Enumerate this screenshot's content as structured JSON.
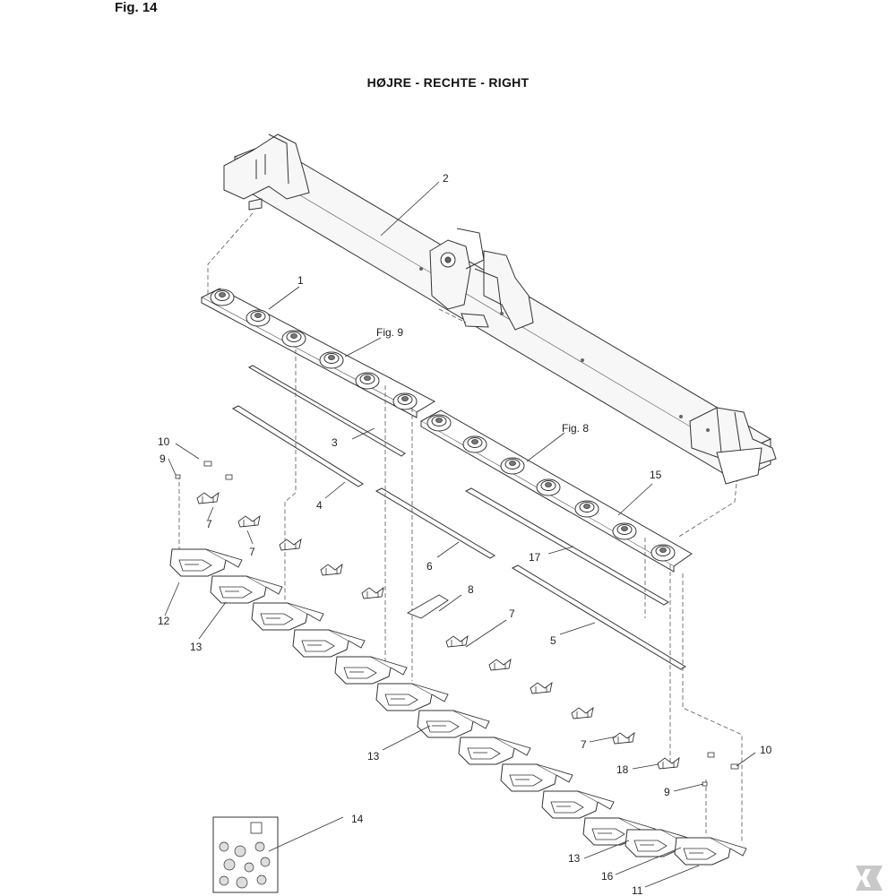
{
  "figure_label": "Fig. 14",
  "view_title": "HØJRE - RECHTE - RIGHT",
  "callouts": [
    {
      "id": "c2",
      "text": "2"
    },
    {
      "id": "c1",
      "text": "1"
    },
    {
      "id": "cf9",
      "text": "Fig. 9"
    },
    {
      "id": "cf8",
      "text": "Fig. 8"
    },
    {
      "id": "c3",
      "text": "3"
    },
    {
      "id": "c15",
      "text": "15"
    },
    {
      "id": "c10a",
      "text": "10"
    },
    {
      "id": "c9a",
      "text": "9"
    },
    {
      "id": "c4",
      "text": "4"
    },
    {
      "id": "c7a",
      "text": "7"
    },
    {
      "id": "c7b",
      "text": "7"
    },
    {
      "id": "c17",
      "text": "17"
    },
    {
      "id": "c6",
      "text": "6"
    },
    {
      "id": "c8",
      "text": "8"
    },
    {
      "id": "c12",
      "text": "12"
    },
    {
      "id": "c7c",
      "text": "7"
    },
    {
      "id": "c13a",
      "text": "13"
    },
    {
      "id": "c5",
      "text": "5"
    },
    {
      "id": "c13b",
      "text": "13"
    },
    {
      "id": "c7d",
      "text": "7"
    },
    {
      "id": "c10b",
      "text": "10"
    },
    {
      "id": "c18",
      "text": "18"
    },
    {
      "id": "c9b",
      "text": "9"
    },
    {
      "id": "c14",
      "text": "14"
    },
    {
      "id": "c13c",
      "text": "13"
    },
    {
      "id": "c16",
      "text": "16"
    },
    {
      "id": "c11",
      "text": "11"
    }
  ],
  "colors": {
    "line": "#333333",
    "frame_fill": "#f7f7f7",
    "dash": "#555555",
    "watermark": "#c8c8c8"
  },
  "icons": {
    "watermark": "brand-logo-icon"
  }
}
